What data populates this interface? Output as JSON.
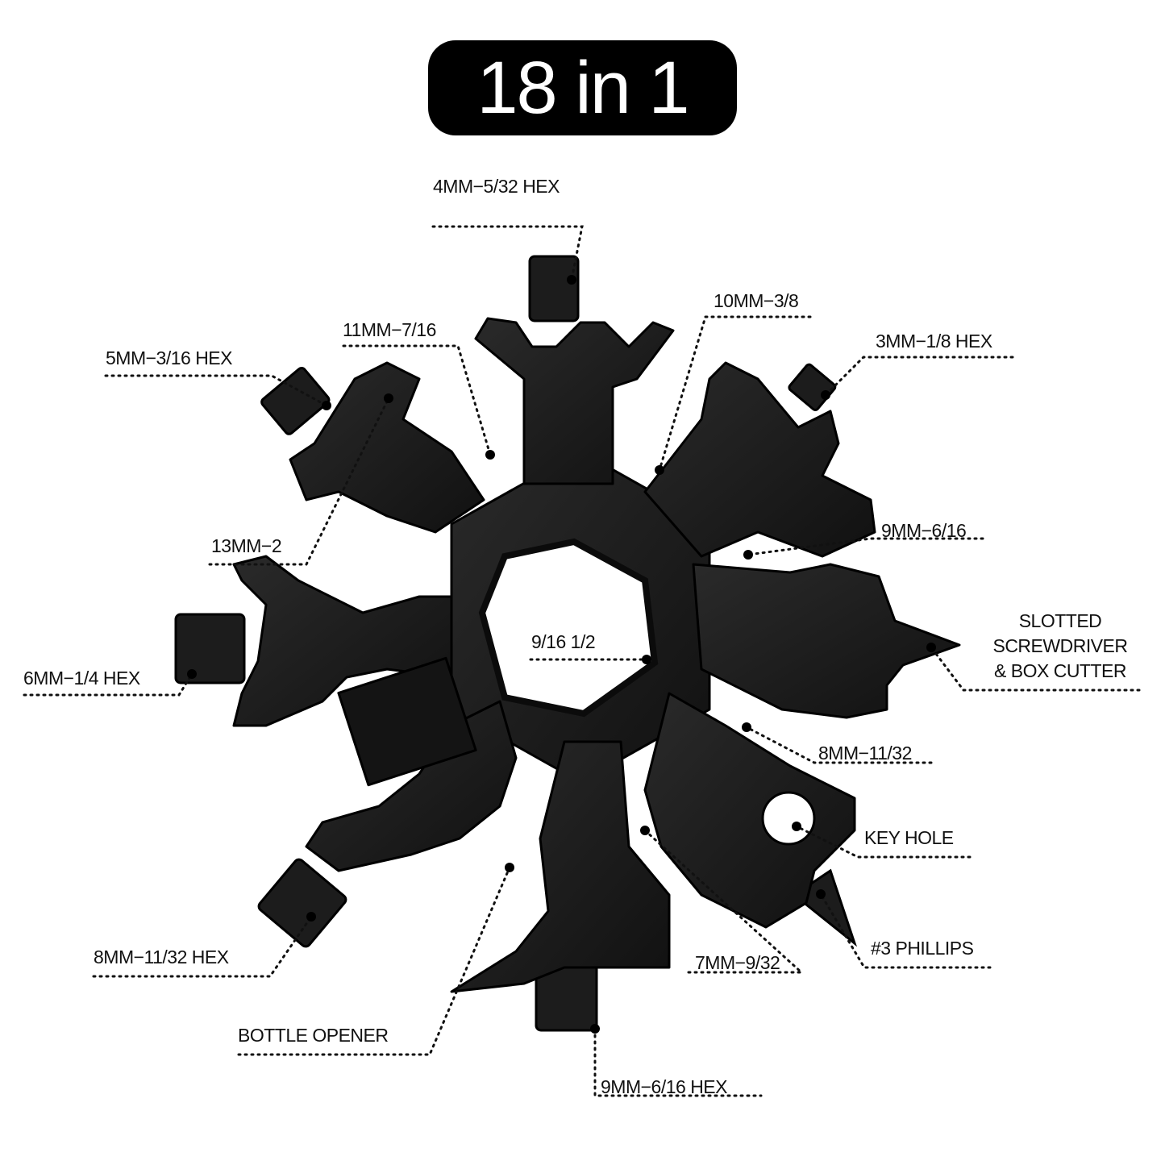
{
  "title": "18 in 1",
  "colors": {
    "tool": "#1a1a1a",
    "tool_edge": "#000000",
    "background": "#ffffff",
    "label": "#111111"
  },
  "labels": {
    "hex_4mm": "4MM−5/32 HEX",
    "wrench_10mm": "10MM−3/8",
    "hex_3mm": "3MM−1/8 HEX",
    "wrench_11mm": "11MM−7/16",
    "hex_5mm": "5MM−3/16 HEX",
    "wrench_13mm": "13MM−2",
    "wrench_9mm": "9MM−6/16",
    "slotted_line1": "SLOTTED",
    "slotted_line2": "SCREWDRIVER",
    "slotted_line3": "& BOX CUTTER",
    "center_hex": "9/16 1/2",
    "hex_6mm": "6MM−1/4 HEX",
    "wrench_8mm": "8MM−11/32",
    "key_hole": "KEY HOLE",
    "phillips": "#3 PHILLIPS",
    "hex_8mm": "8MM−11/32 HEX",
    "wrench_7mm": "7MM−9/32",
    "bottle_opener": "BOTTLE OPENER",
    "hex_9mm": "9MM−6/16 HEX"
  }
}
